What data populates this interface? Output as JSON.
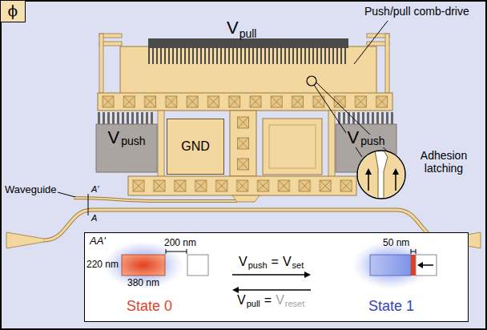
{
  "diagram": {
    "nodes": [
      {
        "text": [
          "ϕ"
        ]
      },
      {
        "text": [
          "V",
          "push"
        ]
      },
      {
        "text": [
          "GND"
        ]
      },
      {
        "text": [
          "V",
          "push"
        ]
      },
      {
        "text": [
          "AA'"
        ]
      }
    ],
    "labels": [
      "V",
      "pull",
      "Push/pull comb-drive",
      "Adhesion latching",
      "Waveguide",
      "A'",
      "A",
      "200 nm",
      "220 nm",
      "380 nm",
      "V",
      "push",
      "=",
      "V",
      "set",
      "50 nm",
      "V",
      "pull",
      "=",
      "V",
      "reset",
      "State 0",
      "State 1"
    ]
  }
}
